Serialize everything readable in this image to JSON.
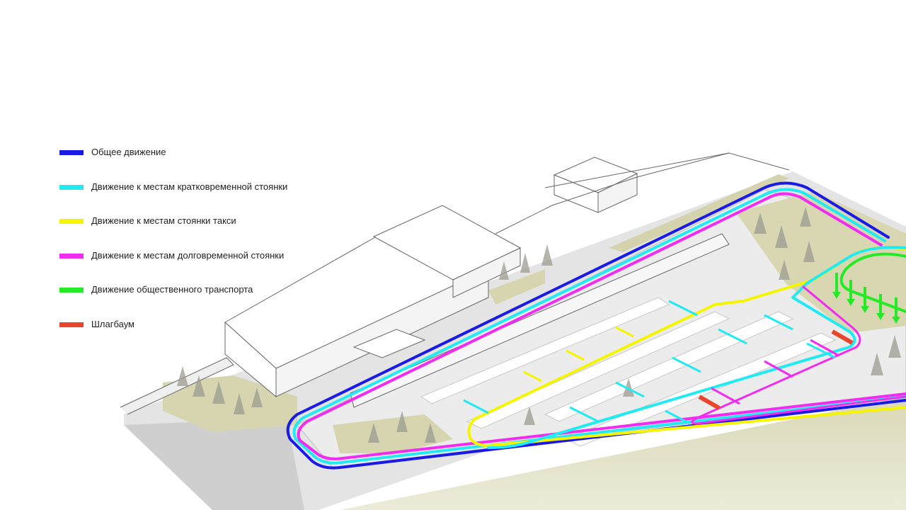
{
  "legend": [
    {
      "key": "general",
      "label": "Общее движение",
      "color": "#1a1ae6"
    },
    {
      "key": "short_term",
      "label": "Движение к местам кратковременной стоянки",
      "color": "#22eaf2"
    },
    {
      "key": "taxi",
      "label": "Движение к местам стоянки такси",
      "color": "#f5f500"
    },
    {
      "key": "long_term",
      "label": "Движение к местам долговременной стоянки",
      "color": "#f02cf0"
    },
    {
      "key": "public_transport",
      "label": "Движение общественного транспорта",
      "color": "#27ea27"
    },
    {
      "key": "barrier",
      "label": "Шлагбаум",
      "color": "#e8452a"
    }
  ],
  "colors": {
    "ground": "#ffffff",
    "paving": "#d2d2d2",
    "grass": "#d4d3ad",
    "hill": "#e3e1c4",
    "building": "#ffffff",
    "outline": "#555555",
    "tree": "#9a9a8e"
  }
}
